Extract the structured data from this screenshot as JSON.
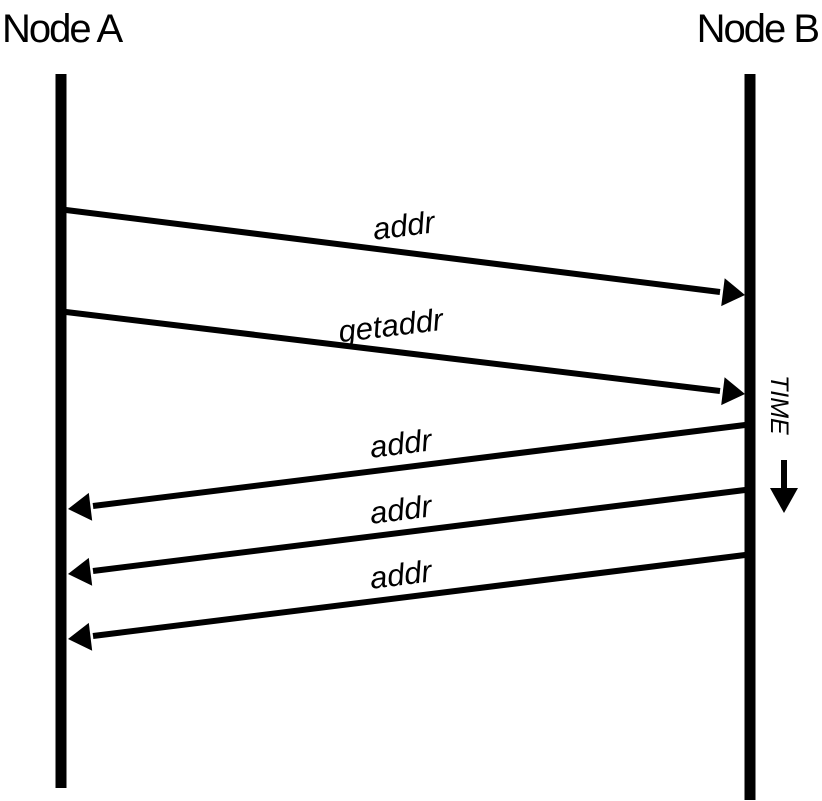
{
  "nodes": {
    "left": "Node A",
    "right": "Node B"
  },
  "messages": [
    {
      "label": "addr",
      "from": "Node A",
      "to": "Node B"
    },
    {
      "label": "getaddr",
      "from": "Node A",
      "to": "Node B"
    },
    {
      "label": "addr",
      "from": "Node B",
      "to": "Node A"
    },
    {
      "label": "addr",
      "from": "Node B",
      "to": "Node A"
    },
    {
      "label": "addr",
      "from": "Node B",
      "to": "Node A"
    }
  ],
  "time_label": "TIME",
  "colors": {
    "line": "#000000",
    "background": "#ffffff"
  }
}
